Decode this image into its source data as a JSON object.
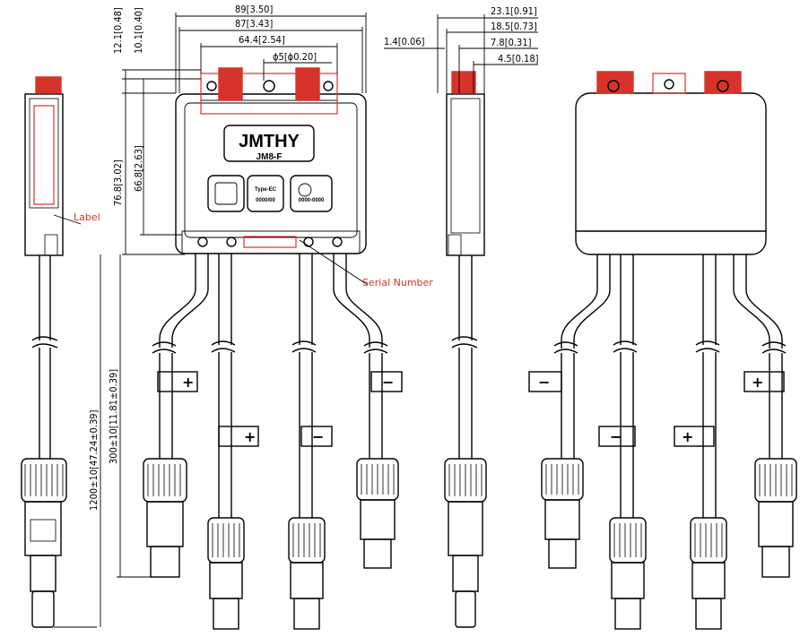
{
  "dims": {
    "d1": "89[3.50]",
    "d2": "87[3.43]",
    "d3": "64.4[2.54]",
    "d4": "ϕ5[ϕ0.20]",
    "d5": "12.1[0.48]",
    "d6": "10.1[0.40]",
    "d7": "76.8[3.02]",
    "d8": "66.8[2.63]",
    "d9": "1200±10[47.24±0.39]",
    "d10": "300±10[11.81±0.39]",
    "s1": "23.1[0.91]",
    "s2": "18.5[0.73]",
    "s3": "1.4[0.06]",
    "s4": "7.8[0.31]",
    "s5": "4.5[0.18]"
  },
  "labels": {
    "label": "Label",
    "serial": "Serial Number",
    "brand": "JMTHY",
    "model": "JM8-F",
    "type_line1": "Type-EC",
    "type_line2": "0000/00",
    "cert_line": "0000-0000"
  },
  "polarity": {
    "plus": "+",
    "minus": "−"
  },
  "colors": {
    "line": "#000000",
    "accent": "#d6342a"
  }
}
